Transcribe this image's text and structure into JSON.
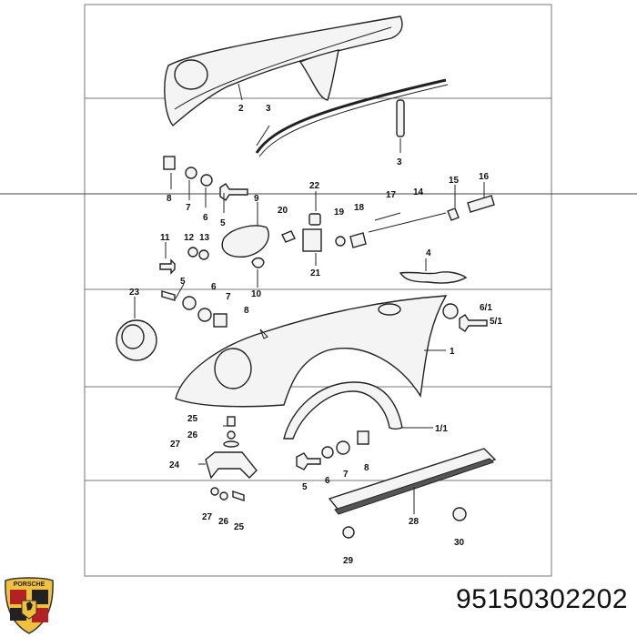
{
  "labels": {
    "l2": "2",
    "l3a": "3",
    "l3b": "3",
    "l8a": "8",
    "l7a": "7",
    "l6a": "6",
    "l5a": "5",
    "l9": "9",
    "l22": "22",
    "l20": "20",
    "l21": "21",
    "l19": "19",
    "l18": "18",
    "l17": "17",
    "l14": "14",
    "l15": "15",
    "l16": "16",
    "l11": "11",
    "l12": "12",
    "l13": "13",
    "l10": "10",
    "l4": "4",
    "l23": "23",
    "l5b": "5",
    "l6b": "6",
    "l7b": "7",
    "l8b": "8",
    "l61": "6/1",
    "l51": "5/1",
    "l1": "1",
    "l11b": "1/1",
    "l25a": "25",
    "l26a": "26",
    "l27a": "27",
    "l24": "24",
    "l27b": "27",
    "l26b": "26",
    "l25b": "25",
    "l5c": "5",
    "l6c": "6",
    "l7c": "7",
    "l8c": "8",
    "l28": "28",
    "l29": "29",
    "l30": "30"
  },
  "logo_text": "PORSCHE",
  "part_number": "95150302202"
}
